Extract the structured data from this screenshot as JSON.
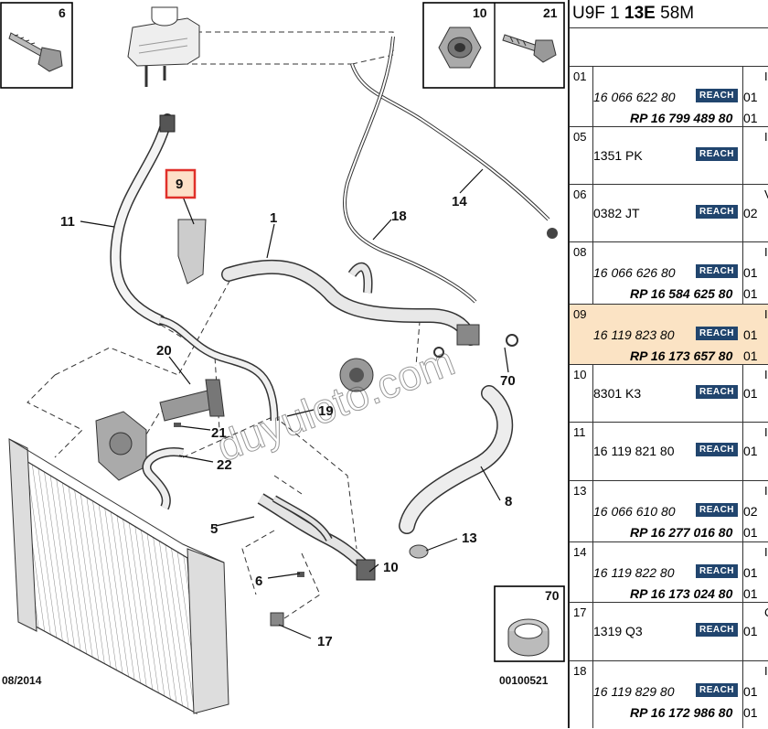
{
  "diagram": {
    "callouts": [
      "1",
      "5",
      "6",
      "8",
      "10",
      "11",
      "13",
      "14",
      "17",
      "18",
      "19",
      "20",
      "21",
      "22",
      "70"
    ],
    "highlighted_callout": "9",
    "inset_boxes": [
      {
        "num": "6",
        "icon": "bolt-icon"
      },
      {
        "num": "10",
        "icon": "flange-nut-icon"
      },
      {
        "num": "21",
        "icon": "bolt-icon"
      },
      {
        "num": "70",
        "icon": "hose-clamp-icon"
      }
    ],
    "date": "08/2014",
    "code": "00100521",
    "watermark": "duyuloto.com",
    "accent_color": "#e0302a"
  },
  "panel": {
    "header_a": "U9F 1 ",
    "header_b": "13E",
    "header_c": " 58M",
    "rows": [
      {
        "idx": "01",
        "p1": "16 066 622 80",
        "p1_italic": true,
        "p2": "RP 16 799 489 80",
        "badge": "REACH",
        "q1": "01",
        "q2": "01",
        "edge": "I"
      },
      {
        "idx": "05",
        "p1": "1351 PK",
        "p1_italic": false,
        "p2": "",
        "badge": "REACH",
        "q1": "",
        "q2": "",
        "edge": "I"
      },
      {
        "idx": "06",
        "p1": "0382 JT",
        "p1_italic": false,
        "p2": "",
        "badge": "REACH",
        "q1": "02",
        "q2": "",
        "edge": "V"
      },
      {
        "idx": "08",
        "p1": "16 066 626 80",
        "p1_italic": true,
        "p2": "RP 16 584 625 80",
        "badge": "REACH",
        "q1": "01",
        "q2": "01",
        "edge": "I"
      },
      {
        "idx": "09",
        "p1": "16 119 823 80",
        "p1_italic": true,
        "p2": "RP 16 173 657 80",
        "badge": "REACH",
        "q1": "01",
        "q2": "01",
        "edge": "I"
      },
      {
        "idx": "10",
        "p1": "8301 K3",
        "p1_italic": false,
        "p2": "",
        "badge": "REACH",
        "q1": "01",
        "q2": "",
        "edge": "I"
      },
      {
        "idx": "11",
        "p1": "16 119 821 80",
        "p1_italic": false,
        "p2": "",
        "badge": "REACH",
        "q1": "01",
        "q2": "",
        "edge": "I"
      },
      {
        "idx": "13",
        "p1": "16 066 610 80",
        "p1_italic": true,
        "p2": "RP 16 277 016 80",
        "badge": "REACH",
        "q1": "02",
        "q2": "01",
        "edge": "I"
      },
      {
        "idx": "14",
        "p1": "16 119 822 80",
        "p1_italic": true,
        "p2": "RP 16 173 024 80",
        "badge": "REACH",
        "q1": "01",
        "q2": "01",
        "edge": "I"
      },
      {
        "idx": "17",
        "p1": "1319 Q3",
        "p1_italic": false,
        "p2": "",
        "badge": "REACH",
        "q1": "01",
        "q2": "",
        "edge": "C"
      },
      {
        "idx": "18",
        "p1": "16 119 829 80",
        "p1_italic": true,
        "p2": "RP 16 172 986 80",
        "badge": "REACH",
        "q1": "01",
        "q2": "01",
        "edge": "I"
      }
    ]
  }
}
